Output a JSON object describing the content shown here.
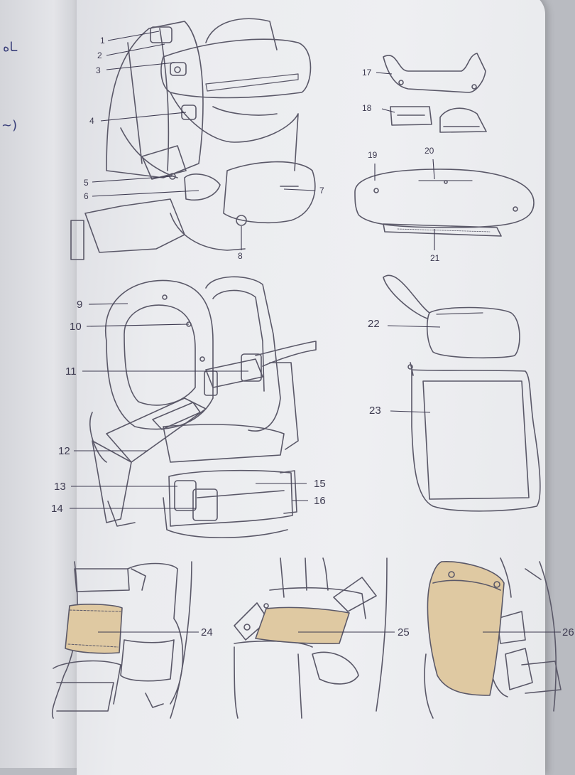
{
  "left_page": {
    "marks": [
      "ـاه",
      "~)"
    ]
  },
  "labels": {
    "l1": "1",
    "l2": "2",
    "l3": "3",
    "l4": "4",
    "l5": "5",
    "l6": "6",
    "l7": "7",
    "l8": "8",
    "l9": "9",
    "l10": "10",
    "l11": "11",
    "l12": "12",
    "l13": "13",
    "l14": "14",
    "l15": "15",
    "l16": "16",
    "l17": "17",
    "l18": "18",
    "l19": "19",
    "l20": "20",
    "l21": "21",
    "l22": "22",
    "l23": "23",
    "l24": "24",
    "l25": "25",
    "l26": "26"
  },
  "colors": {
    "line": "#5a5868",
    "leader": "#3d3a50",
    "tan": "#dfc9a2",
    "paper": "#eceef1"
  }
}
